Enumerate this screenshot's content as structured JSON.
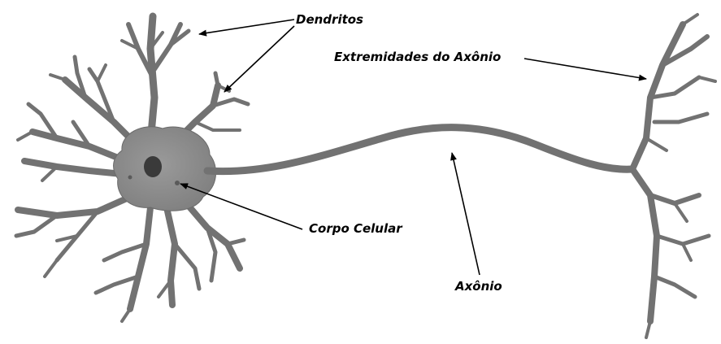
{
  "labels": {
    "dendrites": "Dendritos",
    "axon_terminals": "Extremidades do Axônio",
    "cell_body": "Corpo Celular",
    "axon": "Axônio"
  },
  "colors": {
    "neuron_fill": "#7a7a7a",
    "soma_fill": "#8c8c8c",
    "nucleus_fill": "#3a3a3a",
    "label_text": "#000000",
    "background": "#ffffff"
  }
}
